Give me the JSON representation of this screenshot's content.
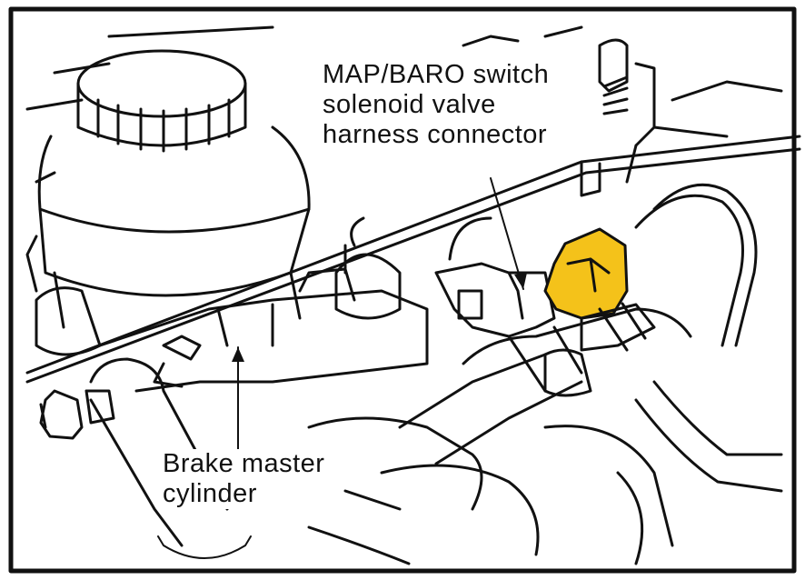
{
  "colors": {
    "line": "#111111",
    "background": "#ffffff",
    "highlight": "#f4c21a"
  },
  "labels": {
    "map_baro": [
      "MAP/BARO switch",
      "solenoid valve",
      "harness connector"
    ],
    "brake": [
      "Brake master",
      "cylinder"
    ]
  }
}
